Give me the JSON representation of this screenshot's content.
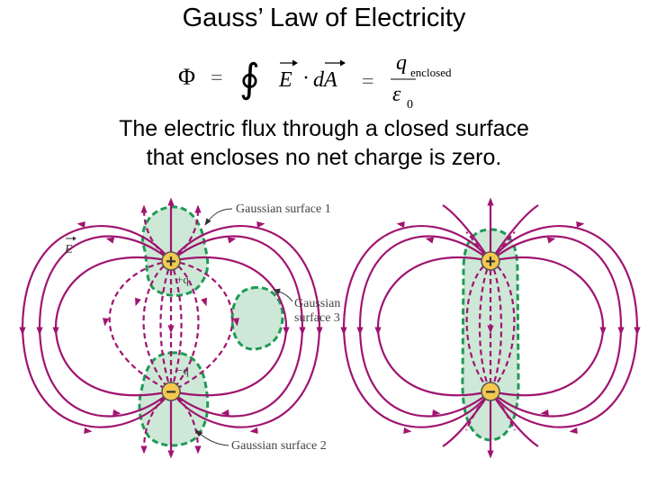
{
  "title": "Gauss’ Law of Electricity",
  "formula": {
    "lhs": "Φ",
    "eq1": "=",
    "integral": "∮",
    "E": "E",
    "dot": "·",
    "dA": "dA",
    "eq2": "=",
    "numerator_q": "q",
    "numerator_sub": "enclosed",
    "denominator_eps": "ε",
    "denominator_sub": "0"
  },
  "statement": {
    "line1": "The electric flux through a closed surface",
    "line2": "that encloses no net charge is zero."
  },
  "diagram": {
    "field_label": "E",
    "left": {
      "positive_charge": "+",
      "positive_label": "+q",
      "negative_charge": "−",
      "negative_label": "−q",
      "surface1_label": "Gaussian surface 1",
      "surface2_label": "Gaussian surface 2",
      "surface3_label_line1": "Gaussian",
      "surface3_label_line2": "surface 3"
    },
    "right": {
      "positive_charge": "+",
      "negative_charge": "−"
    },
    "colors": {
      "field_line": "#a01470",
      "surface_fill": "#cde8d6",
      "surface_stroke": "#1f9a55",
      "charge_fill": "#f3c94e",
      "label": "#444444"
    }
  }
}
